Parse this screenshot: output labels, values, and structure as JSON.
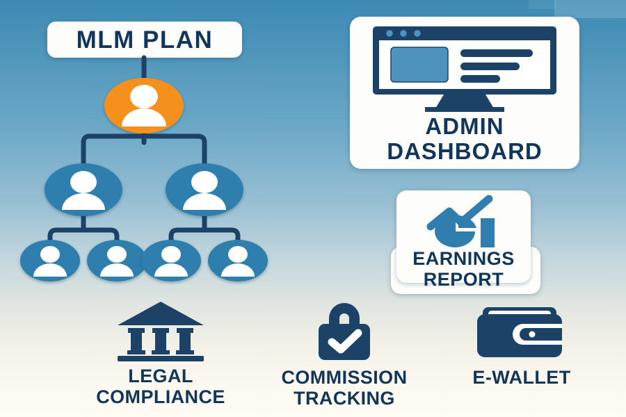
{
  "theme": {
    "bg_top": "#3d8ab4",
    "bg_bottom": "#fdfbf3",
    "navy": "#12355b",
    "node_blue": "#2f7eae",
    "accent_orange": "#f5901f",
    "card_white": "#fdfdfc",
    "icon_blue": "#2f7eae"
  },
  "mlm_plan": {
    "title": "MLM PLAN"
  },
  "tree": {
    "root": {
      "label": "root-member",
      "color": "#f5901f"
    },
    "level2": [
      {
        "label": "member-left",
        "color": "#2f7eae"
      },
      {
        "label": "member-right",
        "color": "#2f7eae"
      }
    ],
    "level3": [
      {
        "label": "member-1",
        "color": "#2f7eae"
      },
      {
        "label": "member-2",
        "color": "#2f7eae"
      },
      {
        "label": "member-3",
        "color": "#2f7eae"
      },
      {
        "label": "member-4",
        "color": "#2f7eae"
      }
    ],
    "connector_color": "#1c4268"
  },
  "admin_dashboard": {
    "title": "ADMIN\nDASHBOARD",
    "icon": "monitor-dashboard-icon",
    "window_dots": 3,
    "content_lines": 3
  },
  "earnings_report": {
    "title": "EARNINGS\nREPORT",
    "icon": "chart-pie-trend-icon"
  },
  "features": [
    {
      "id": "legal-compliance",
      "label": "LEGAL\nCOMPLIANCE",
      "icon": "bank-courthouse-icon",
      "columns": 3
    },
    {
      "id": "commission-tracking",
      "label": "COMMISSION\nTRACKING",
      "icon": "padlock-check-icon"
    },
    {
      "id": "e-wallet",
      "label": "E-WALLET",
      "icon": "wallet-icon"
    }
  ]
}
